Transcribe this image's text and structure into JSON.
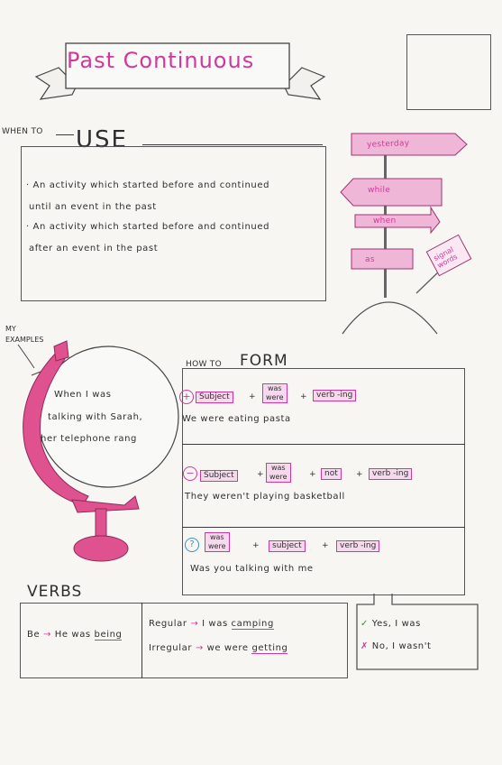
{
  "title": "Past Continuous",
  "use": {
    "prefix": "WHEN TO",
    "heading": "USE",
    "points": [
      "· An activity which started before and continued",
      "until an event in the past",
      "· An activity which started before and continued",
      "after an event in the past"
    ]
  },
  "signpost": {
    "signs": [
      "yesterday",
      "while",
      "when",
      "as"
    ],
    "tag": "signal words"
  },
  "examples": {
    "label_line1": "MY",
    "label_line2": "EXAMPLES",
    "lines": [
      "When I was",
      "talking with Sarah,",
      "her telephone rang"
    ]
  },
  "form": {
    "prefix": "HOW TO",
    "heading": "FORM",
    "positive": {
      "symbol": "+",
      "subject": "Subject",
      "aux_top": "was",
      "aux_bottom": "were",
      "verb": "verb -ing",
      "example": "We were eating pasta"
    },
    "negative": {
      "symbol": "−",
      "subject": "Subject",
      "aux_top": "was",
      "aux_bottom": "were",
      "neg": "not",
      "verb": "verb -ing",
      "example": "They weren't playing basketball"
    },
    "question": {
      "symbol": "?",
      "aux_top": "was",
      "aux_bottom": "were",
      "subject": "subject",
      "verb": "verb -ing",
      "example": "Was you talking with me"
    },
    "plus": "+"
  },
  "verbs": {
    "heading": "VERBS",
    "be_left": "Be",
    "be_arrow": "→",
    "be_right_a": "He was",
    "be_right_b": "being",
    "regular_label": "Regular",
    "regular_a": "I was",
    "regular_b": "camping",
    "irregular_label": "Irregular",
    "irregular_a": "we were",
    "irregular_b": "getting",
    "arrow": "→"
  },
  "short_answers": {
    "yes_mark": "✓",
    "yes": "Yes, I was",
    "no_mark": "✗",
    "no": "No, I wasn't"
  },
  "colors": {
    "accent": "#d0399a",
    "accent_fill": "#f0b6d8",
    "ink": "#2e2e2e"
  }
}
